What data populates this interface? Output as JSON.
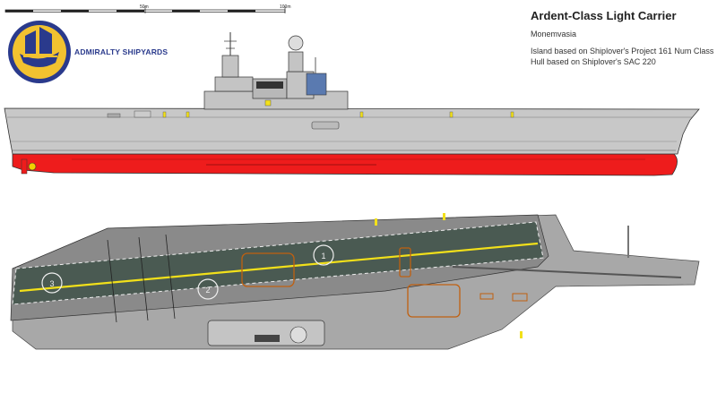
{
  "header": {
    "title": "Ardent-Class Light Carrier",
    "ship_name": "Monemvasia",
    "credit_island": "Island based on Shiplover's Project 161 Num Class",
    "credit_hull": "Hull based on Shiplover's SAC 220"
  },
  "logo": {
    "text": "ADMIRALTY SHIPYARDS",
    "colors": {
      "ring": "#2a3a8c",
      "fill": "#f2c230"
    }
  },
  "scale_bar": {
    "labels": [
      "50m",
      "100m"
    ]
  },
  "deck": {
    "spot_labels": [
      "1",
      "2",
      "3"
    ]
  },
  "colors": {
    "hull": "#c8c8c8",
    "antifouling": "#ee1c1c",
    "deck": "#4a5a52",
    "deck_edge": "#8a8a8a",
    "centerline": "#f2e01a",
    "elevator": "#c06010"
  }
}
